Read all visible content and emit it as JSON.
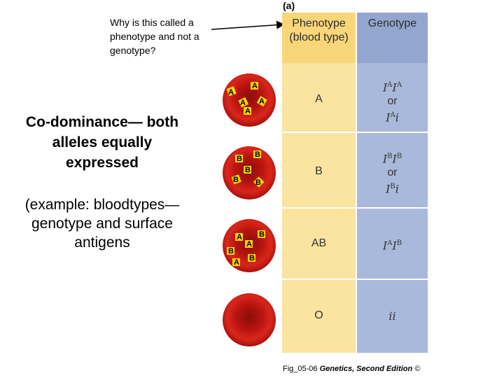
{
  "question": "Why is this called a phenotype and not a genotype?",
  "codominance": "Co-dominance— both alleles equally expressed",
  "example": "(example:  bloodtypes— genotype and surface antigens",
  "panel_label": "(a)",
  "table": {
    "header_phenotype": "Phenotype (blood type)",
    "header_genotype": "Genotype",
    "rows": [
      {
        "phenotype": "A",
        "genotype": "IAIA or IAi",
        "antigens": [
          "A",
          "A",
          "A",
          "A",
          "A"
        ]
      },
      {
        "phenotype": "B",
        "genotype": "IBIB or IBi",
        "antigens": [
          "B",
          "B",
          "B",
          "B",
          "B"
        ]
      },
      {
        "phenotype": "AB",
        "genotype": "IAIB",
        "antigens": [
          "A",
          "A",
          "B",
          "B",
          "A",
          "B"
        ]
      },
      {
        "phenotype": "O",
        "genotype": "ii",
        "antigens": []
      }
    ]
  },
  "caption": {
    "fig": "Fig_05-06",
    "book": "Genetics, Second Edition",
    "copyright": "©"
  },
  "colors": {
    "phenotype_column": "#fbe3a0",
    "genotype_column": "#a9b9db",
    "cell_red": "#c81b17",
    "antigen_yellow": "#ffd400"
  }
}
